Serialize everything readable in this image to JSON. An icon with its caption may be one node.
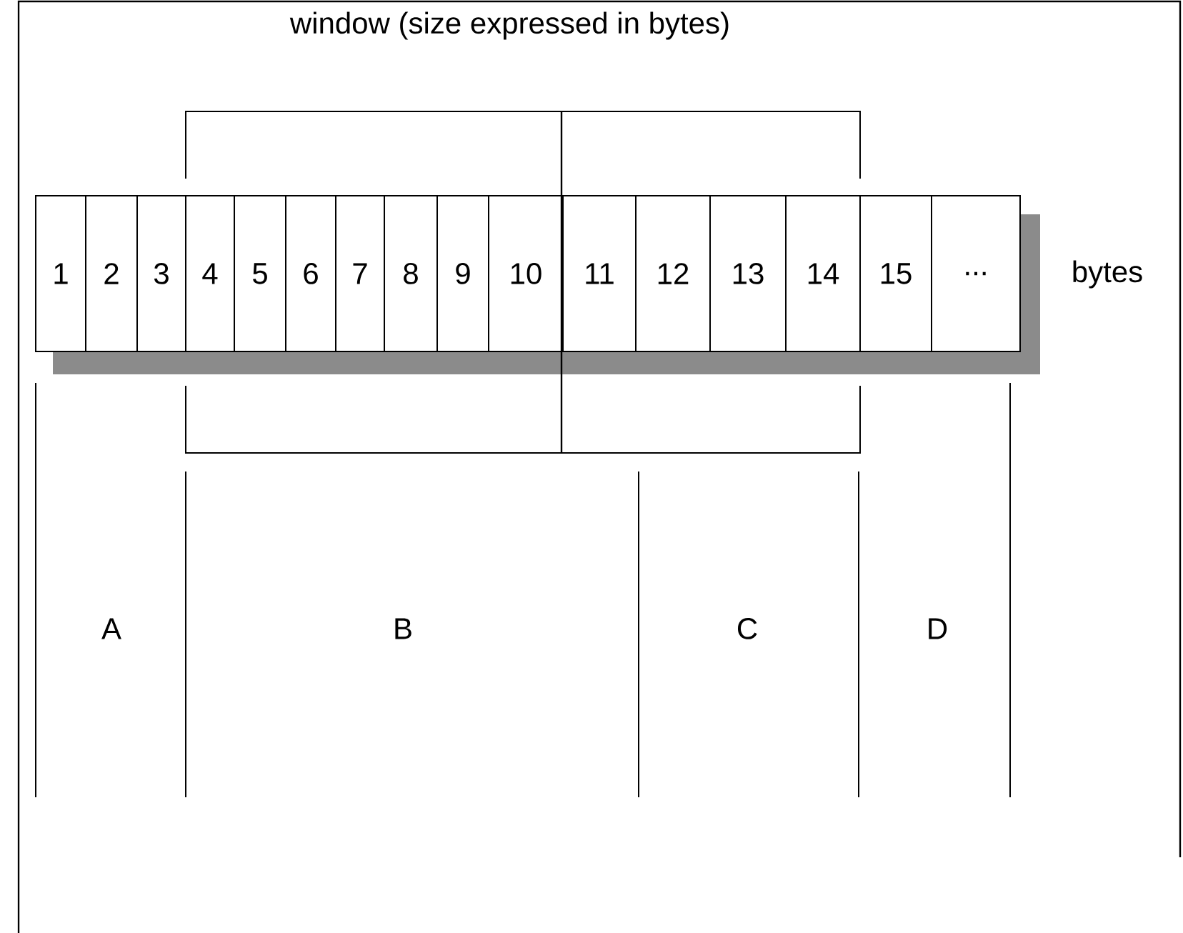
{
  "diagram": {
    "nodes": [
      {
        "text": [
          "1"
        ]
      },
      {
        "text": [
          "2"
        ]
      },
      {
        "text": [
          "3"
        ]
      },
      {
        "text": [
          "4"
        ]
      },
      {
        "text": [
          "5"
        ]
      },
      {
        "text": [
          "6"
        ]
      },
      {
        "text": [
          "7"
        ]
      },
      {
        "text": [
          "8"
        ]
      },
      {
        "text": [
          "9"
        ]
      },
      {
        "text": [
          "10"
        ]
      },
      {
        "text": [
          "11"
        ]
      },
      {
        "text": [
          "12"
        ]
      },
      {
        "text": [
          "13"
        ]
      },
      {
        "text": [
          "14"
        ]
      },
      {
        "text": [
          "15"
        ]
      },
      {
        "text": [
          "..."
        ]
      }
    ],
    "labels": [
      "window (size expressed in bytes)",
      "bytes",
      "A",
      "B",
      "C",
      "D"
    ]
  }
}
